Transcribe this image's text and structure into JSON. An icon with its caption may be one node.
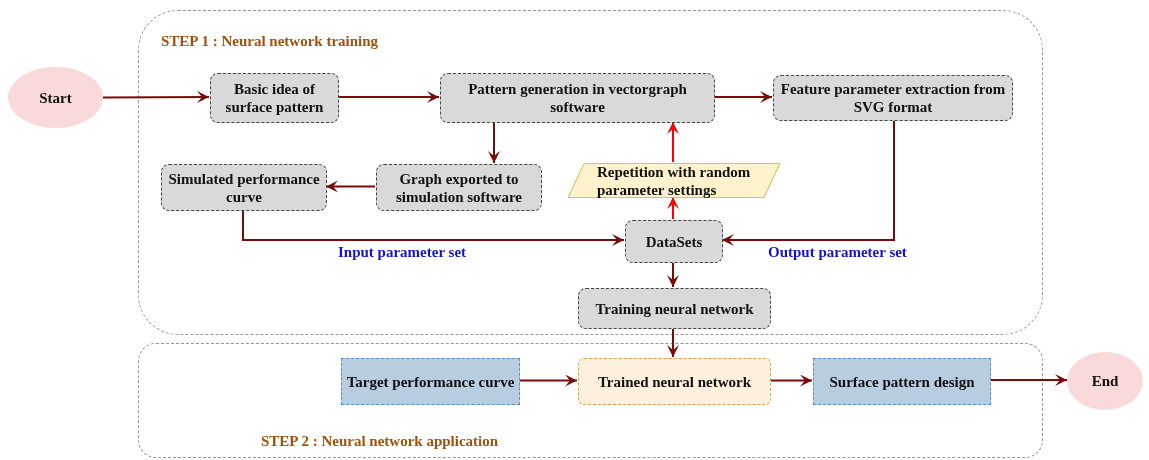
{
  "diagram": {
    "nodes": [
      {
        "text": [
          "STEP 1 :  Neural network training"
        ]
      },
      {
        "text": [
          "Start"
        ]
      },
      {
        "text": [
          "Basic idea of surface pattern"
        ],
        "in": 0
      },
      {
        "text": [
          "Pattern generation in vectorgraph software"
        ],
        "in": 0
      },
      {
        "text": [
          "Feature parameter extraction from SVG format"
        ],
        "in": 0
      },
      {
        "text": [
          "Graph exported to simulation software"
        ],
        "in": 0
      },
      {
        "text": [
          "Simulated performance curve"
        ],
        "in": 0
      },
      {
        "text": [
          "Repetition with random parameter settings"
        ],
        "in": 0
      },
      {
        "text": [
          "DataSets"
        ],
        "in": 0
      },
      {
        "text": [
          "Training neural network"
        ],
        "in": 0
      },
      {
        "text": [
          "STEP 2 : Neural network application"
        ]
      },
      {
        "text": [
          "Target performance curve"
        ],
        "in": 10
      },
      {
        "text": [
          "Trained neural network"
        ],
        "in": 10
      },
      {
        "text": [
          "Surface pattern design"
        ],
        "in": 10
      },
      {
        "text": [
          "End"
        ]
      }
    ],
    "edges": [
      {
        "from": 1,
        "to": 2,
        "arrow": "to"
      },
      {
        "from": 2,
        "to": 3,
        "arrow": "to"
      },
      {
        "from": 3,
        "to": 4,
        "arrow": "to"
      },
      {
        "from": 3,
        "to": 5,
        "arrow": "to"
      },
      {
        "from": 5,
        "to": 6,
        "arrow": "to"
      },
      {
        "from": 6,
        "to": 8,
        "arrow": "to",
        "label": "Input parameter set"
      },
      {
        "from": 4,
        "to": 8,
        "arrow": "to",
        "label": "Output parameter set"
      },
      {
        "from": 8,
        "to": 7,
        "arrow": "to",
        "color": "#ff0000"
      },
      {
        "from": 7,
        "to": 3,
        "arrow": "to",
        "color": "#ff0000"
      },
      {
        "from": 8,
        "to": 9,
        "arrow": "to"
      },
      {
        "from": 9,
        "to": 12,
        "arrow": "to"
      },
      {
        "from": 11,
        "to": 12,
        "arrow": "to"
      },
      {
        "from": 12,
        "to": 13,
        "arrow": "to"
      },
      {
        "from": 13,
        "to": 14,
        "arrow": "to"
      }
    ]
  }
}
